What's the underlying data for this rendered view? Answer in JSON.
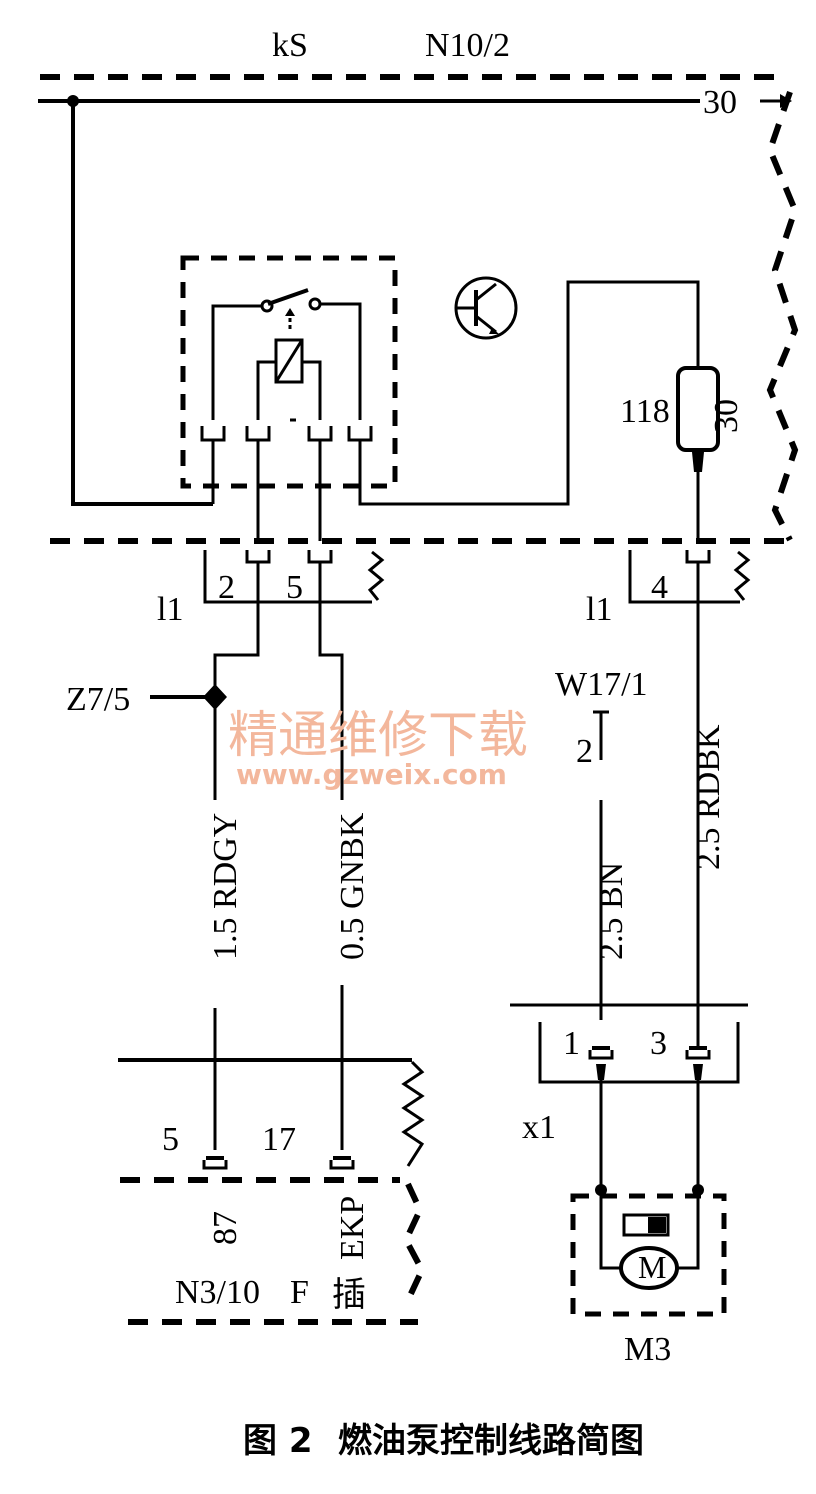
{
  "labels": {
    "ks": "kS",
    "n10_2": "N10/2",
    "terminal_30": "30",
    "fuse_118": "118",
    "fuse_30": "30",
    "l1_left": "l1",
    "l1_right": "l1",
    "pin_2": "2",
    "pin_5": "5",
    "pin_4": "4",
    "z7_5": "Z7/5",
    "w17_1": "W17/1",
    "w17_pin2": "2",
    "wire_rdgy": "1.5 RDGY",
    "wire_gnbk": "0.5 GNBK",
    "wire_bn": "2.5 BN",
    "wire_rdbk": "2.5 RDBK",
    "x1": "x1",
    "x1_pin1": "1",
    "x1_pin3": "3",
    "n3_pin5": "5",
    "n3_pin17": "17",
    "n3_87": "87",
    "n3_ekp": "EKP",
    "n3_10": "N3/10",
    "n3_f": "F",
    "n3_cha": "插",
    "motor_m": "M",
    "m3": "M3"
  },
  "watermark": {
    "line1": "精通维修下载",
    "line2": "www.gzweix.com"
  },
  "caption": {
    "figure": "图 2",
    "title": "燃油泵控制线路简图"
  }
}
